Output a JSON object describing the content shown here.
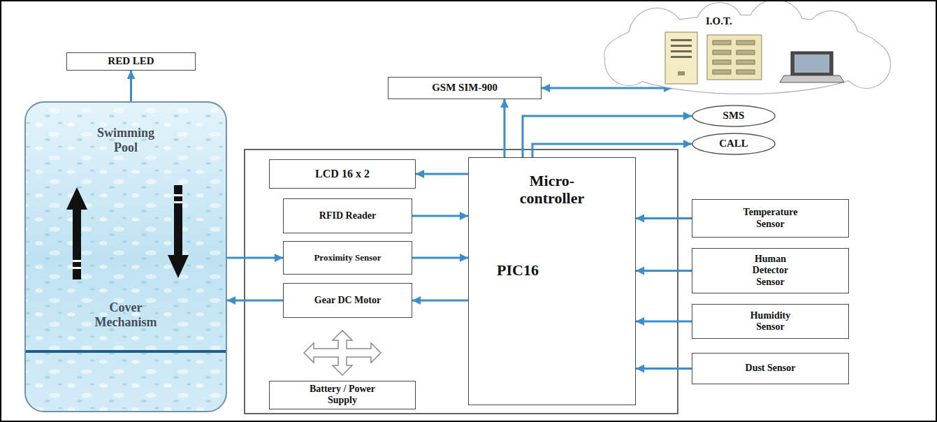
{
  "diagram": {
    "nodes": [
      {
        "text": [
          "RED LED"
        ]
      },
      {
        "text": [
          "GSM SIM-900"
        ]
      },
      {
        "text": [
          "I.O.T."
        ]
      },
      {
        "text": [
          "SMS"
        ]
      },
      {
        "text": [
          "CALL"
        ]
      },
      {
        "text": [
          "Swimming Pool",
          "Cover Mechanism"
        ]
      },
      {
        "text": [
          "LCD 16 x 2"
        ]
      },
      {
        "text": [
          "RFID Reader"
        ]
      },
      {
        "text": [
          "Proximity Sensor"
        ]
      },
      {
        "text": [
          "Gear DC Motor"
        ]
      },
      {
        "text": [
          "Battery / Power Supply"
        ]
      },
      {
        "text": [
          "Micro- controller",
          "PIC16"
        ]
      },
      {
        "text": [
          "Temperature Sensor"
        ]
      },
      {
        "text": [
          "Human Detector Sensor"
        ]
      },
      {
        "text": [
          "Humidity Sensor"
        ]
      },
      {
        "text": [
          "Dust Sensor"
        ]
      }
    ],
    "edges": [
      {
        "from": 5,
        "to": 0,
        "arrow": "to"
      },
      {
        "from": 11,
        "to": 1,
        "arrow": "to"
      },
      {
        "from": 1,
        "to": 2,
        "arrow": "both"
      },
      {
        "from": 11,
        "to": 3,
        "arrow": "to"
      },
      {
        "from": 11,
        "to": 4,
        "arrow": "to"
      },
      {
        "from": 11,
        "to": 6,
        "arrow": "to"
      },
      {
        "from": 7,
        "to": 11,
        "arrow": "to"
      },
      {
        "from": 5,
        "to": 8,
        "arrow": "to"
      },
      {
        "from": 8,
        "to": 11,
        "arrow": "to"
      },
      {
        "from": 11,
        "to": 9,
        "arrow": "to"
      },
      {
        "from": 9,
        "to": 5,
        "arrow": "to"
      },
      {
        "from": 12,
        "to": 11,
        "arrow": "to"
      },
      {
        "from": 13,
        "to": 11,
        "arrow": "to"
      },
      {
        "from": 14,
        "to": 11,
        "arrow": "to"
      },
      {
        "from": 15,
        "to": 11,
        "arrow": "to"
      }
    ]
  }
}
